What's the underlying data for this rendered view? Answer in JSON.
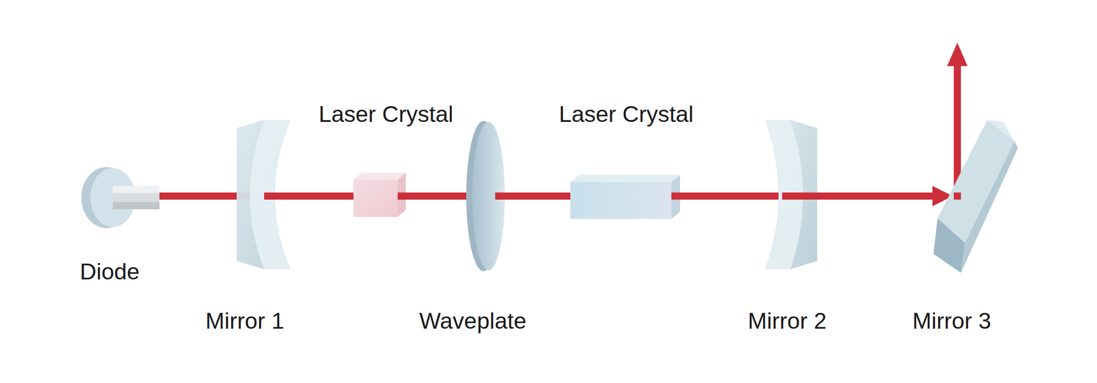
{
  "diagram": {
    "labels": [
      "Laser Crystal",
      "Laser Crystal",
      "Diode",
      "Mirror 1",
      "Waveplate",
      "Mirror 2",
      "Mirror 3"
    ]
  }
}
